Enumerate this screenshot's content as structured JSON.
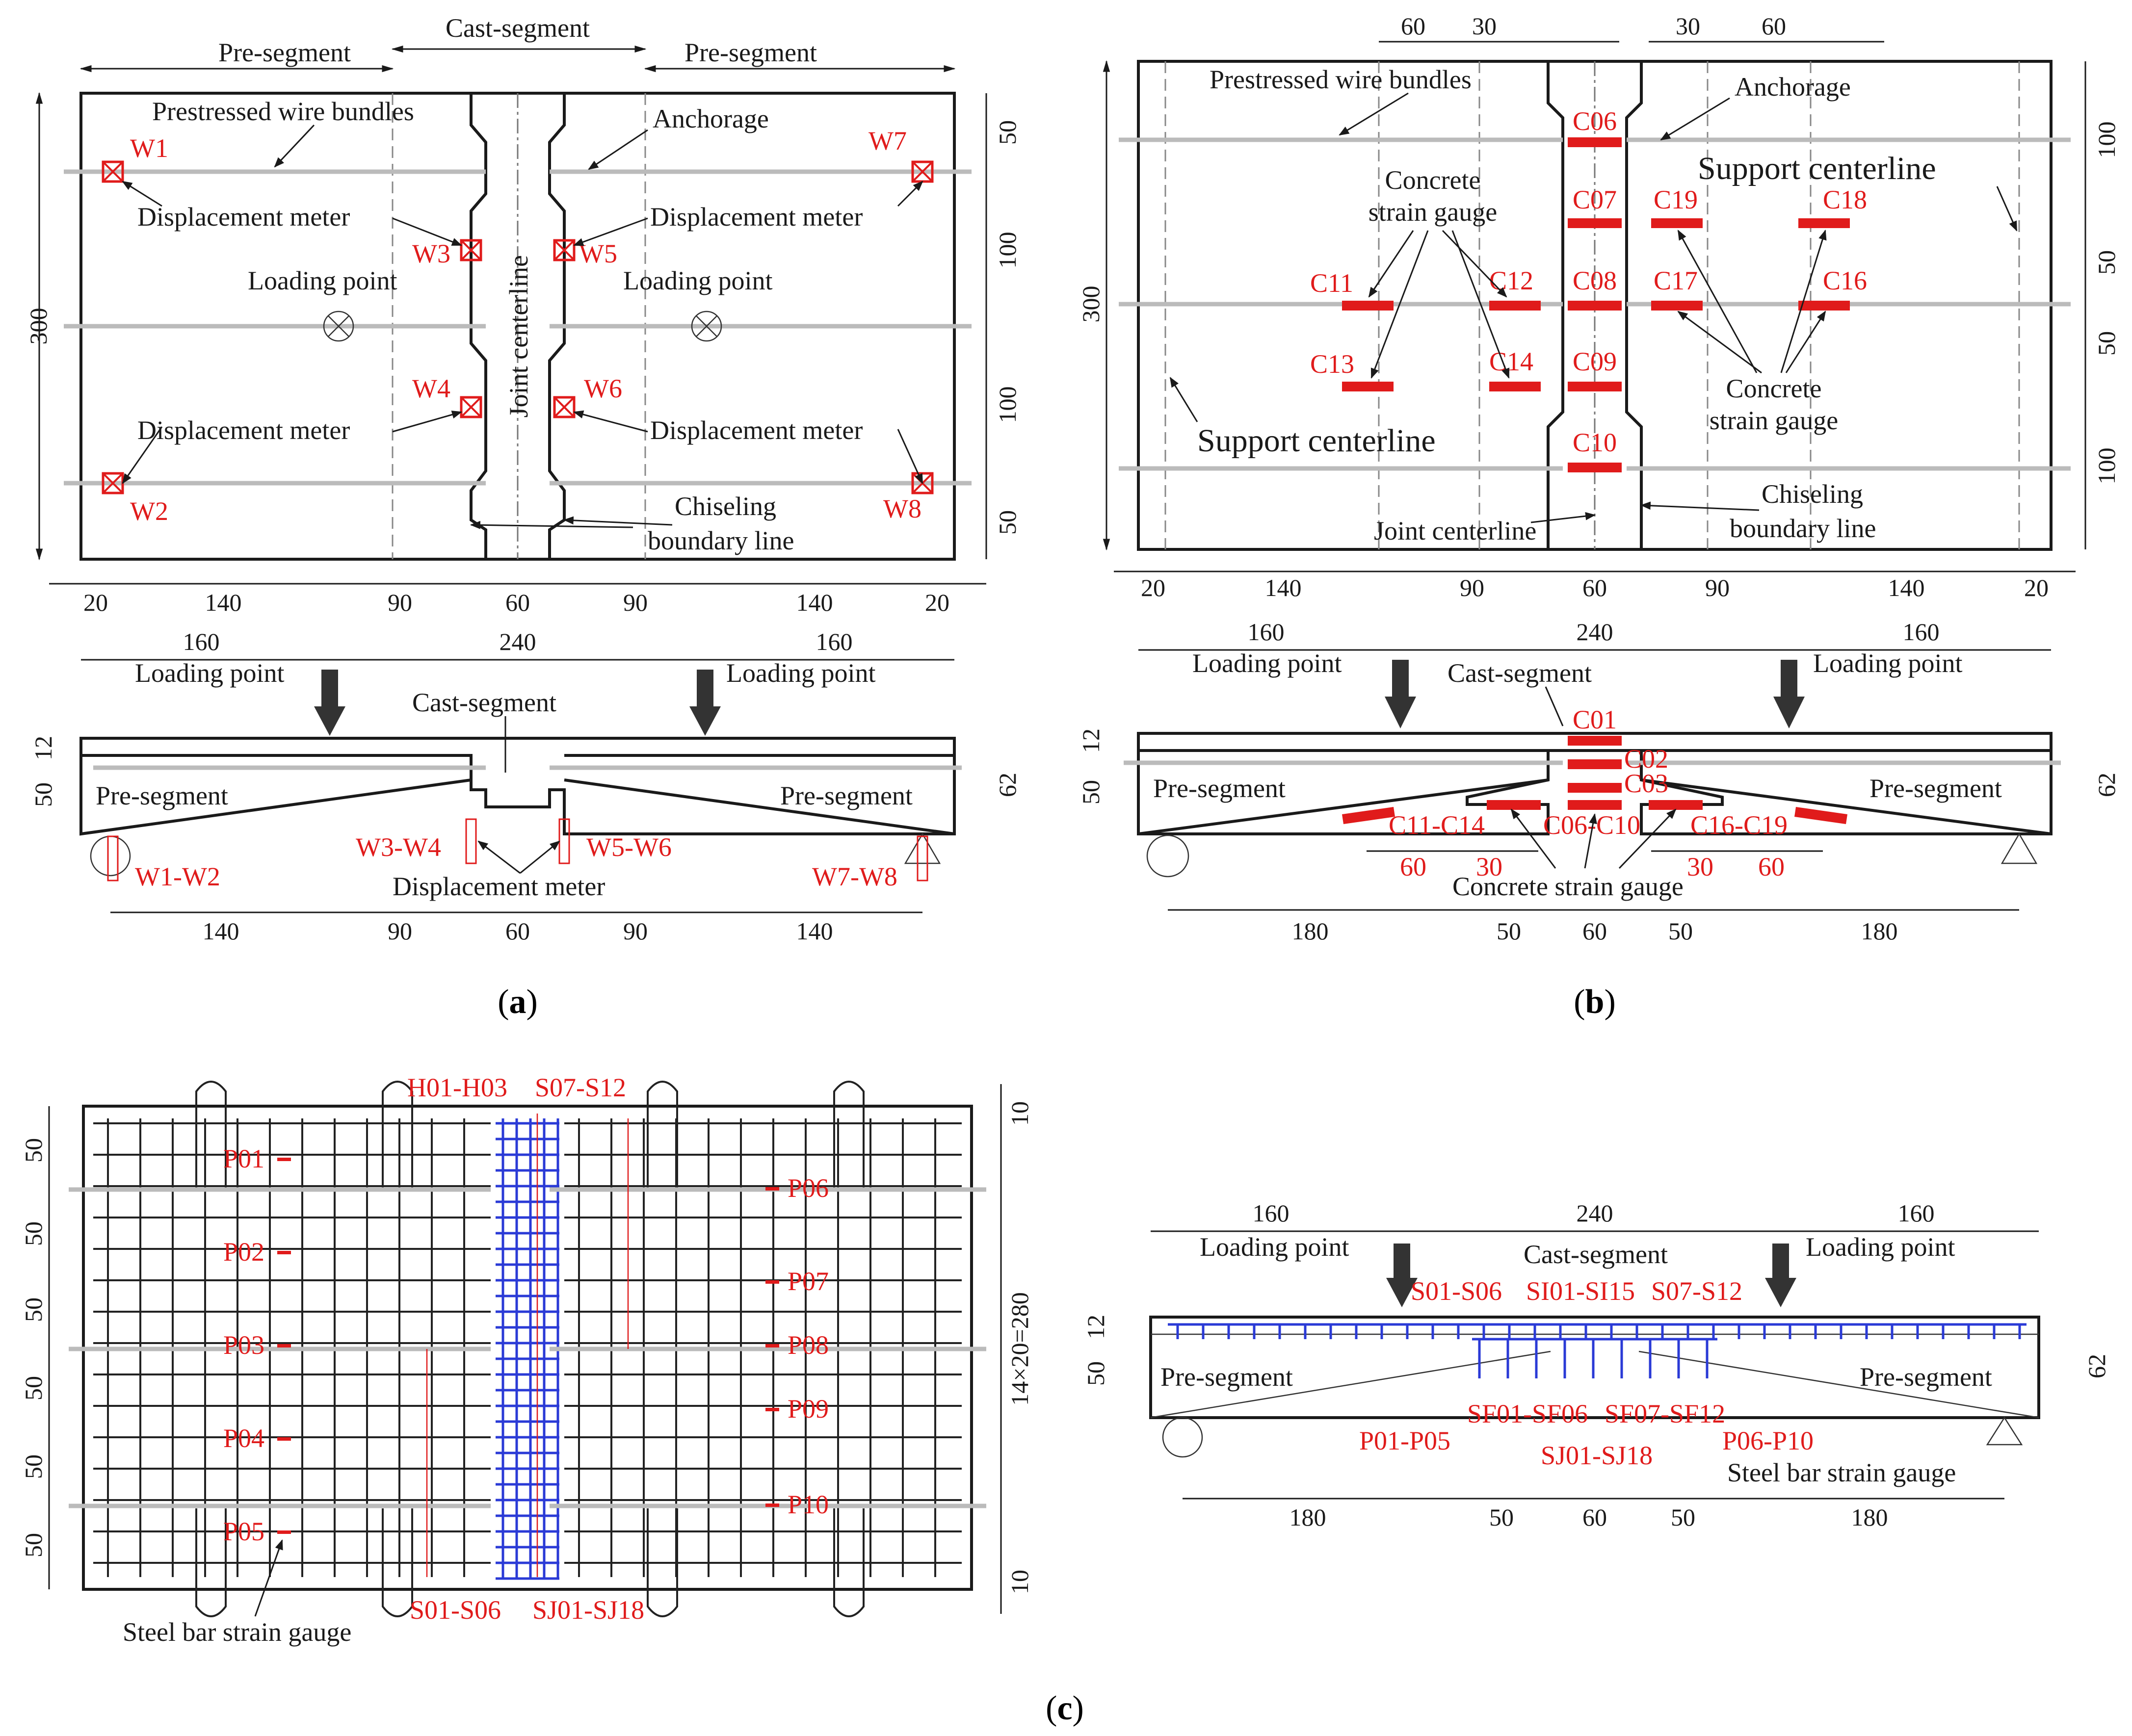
{
  "panel_a": {
    "caption": "a",
    "segments": {
      "pre_left": "Pre-segment",
      "cast": "Cast-segment",
      "pre_right": "Pre-segment"
    },
    "labels": {
      "wire_bundles": "Prestressed wire bundles",
      "anchorage": "Anchorage",
      "disp_meter": "Displacement meter",
      "loading_point": "Loading point",
      "joint_centerline": "Joint centerline",
      "chiseling_1": "Chiseling",
      "chiseling_2": "boundary line",
      "cast_segment": "Cast-segment",
      "pre_segment": "Pre-segment"
    },
    "meters": [
      "W1",
      "W2",
      "W3",
      "W4",
      "W5",
      "W6",
      "W7",
      "W8"
    ],
    "elev_meters": {
      "left": "W1-W2",
      "mid_left": "W3-W4",
      "mid_right": "W5-W6",
      "right": "W7-W8"
    },
    "dims_plan_bottom": [
      "20",
      "140",
      "90",
      "60",
      "90",
      "140",
      "20"
    ],
    "dims_plan_left": "300",
    "dims_plan_right": [
      "50",
      "100",
      "100",
      "50"
    ],
    "dims_elev_top": [
      "160",
      "240",
      "160"
    ],
    "dims_elev_left": [
      "12",
      "50"
    ],
    "dims_elev_right": "62",
    "dims_elev_bottom": [
      "140",
      "90",
      "60",
      "90",
      "140"
    ]
  },
  "panel_b": {
    "caption": "b",
    "labels": {
      "wire_bundles": "Prestressed wire bundles",
      "anchorage": "Anchorage",
      "support_centerline": "Support centerline",
      "concrete_1": "Concrete",
      "concrete_2": "strain gauge",
      "joint_centerline": "Joint centerline",
      "chiseling_1": "Chiseling",
      "chiseling_2": "boundary line",
      "loading_point": "Loading point",
      "cast_segment": "Cast-segment",
      "pre_segment": "Pre-segment",
      "concrete_strain_gauge": "Concrete strain gauge"
    },
    "gauges_plan": [
      "C06",
      "C07",
      "C08",
      "C09",
      "C10",
      "C11",
      "C12",
      "C13",
      "C14",
      "C16",
      "C17",
      "C18",
      "C19"
    ],
    "gauges_elev": {
      "top": [
        "C01",
        "C02",
        "C03"
      ],
      "left": "C11-C14",
      "mid": "C06-C10",
      "right": "C16-C19"
    },
    "dims_plan_top": [
      "60",
      "30",
      "30",
      "60"
    ],
    "dims_plan_left": "300",
    "dims_plan_right": [
      "100",
      "50",
      "50",
      "100"
    ],
    "dims_plan_bottom": [
      "20",
      "140",
      "90",
      "60",
      "90",
      "140",
      "20"
    ],
    "dims_elev_top": [
      "160",
      "240",
      "160"
    ],
    "dims_elev_left": [
      "12",
      "50"
    ],
    "dims_elev_right": "62",
    "dims_elev_inner": [
      "60",
      "30",
      "30",
      "60"
    ],
    "dims_elev_bottom": [
      "180",
      "50",
      "60",
      "50",
      "180"
    ]
  },
  "panel_c": {
    "caption": "c",
    "plan_labels": {
      "h": "H01-H03",
      "s_top": "S07-S12",
      "s_bot": "S01-S06",
      "sj": "SJ01-SJ18",
      "steel_gauge": "Steel bar strain gauge"
    },
    "p_left": [
      "P01",
      "P02",
      "P03",
      "P04",
      "P05"
    ],
    "p_right": [
      "P06",
      "P07",
      "P08",
      "P09",
      "P10"
    ],
    "dims_plan_left": [
      "50",
      "50",
      "50",
      "50",
      "50",
      "50"
    ],
    "dims_plan_right": [
      "10",
      "14×20=280",
      "10"
    ],
    "elev_labels": {
      "loading_point": "Loading point",
      "cast_segment": "Cast-segment",
      "s01": "S01-S06",
      "si": "SI01-SI15",
      "s07": "S07-S12",
      "pre_segment": "Pre-segment",
      "sf1": "SF01-SF06",
      "sf2": "SF07-SF12",
      "sj": "SJ01-SJ18",
      "p1": "P01-P05",
      "p2": "P06-P10",
      "steel_gauge": "Steel bar strain gauge"
    },
    "dims_elev_top": [
      "160",
      "240",
      "160"
    ],
    "dims_elev_left": [
      "12",
      "50"
    ],
    "dims_elev_right": "62",
    "dims_elev_bottom": [
      "180",
      "50",
      "60",
      "50",
      "180"
    ]
  }
}
